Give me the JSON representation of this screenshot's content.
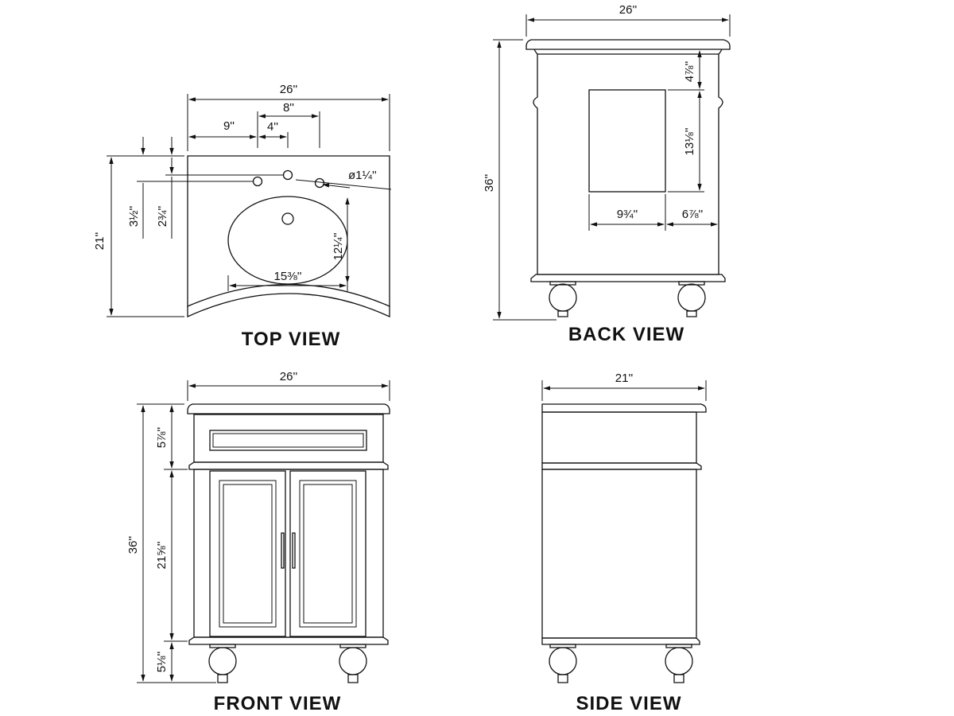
{
  "views": {
    "top": {
      "title": "TOP VIEW",
      "width": "26''",
      "faucet_spread": "8''",
      "left_offset": "9''",
      "hole_spacing": "4''",
      "depth": "21''",
      "front_to_holes": "3½''",
      "front_to_center": "2¾''",
      "hole_diameter": "ø1¼''",
      "basin_depth": "12¼''",
      "basin_width": "15⅜''"
    },
    "back": {
      "title": "BACK VIEW",
      "width": "26''",
      "height": "36''",
      "top_offset": "4⅞''",
      "opening_height": "13⅛''",
      "opening_width": "9¾''",
      "side_offset": "6⅞''"
    },
    "front": {
      "title": "FRONT VIEW",
      "width": "26''",
      "height": "36''",
      "drawer_height": "5⅞''",
      "door_height": "21⅝''",
      "base_height": "5⅛''"
    },
    "side": {
      "title": "SIDE VIEW",
      "depth": "21''"
    }
  }
}
